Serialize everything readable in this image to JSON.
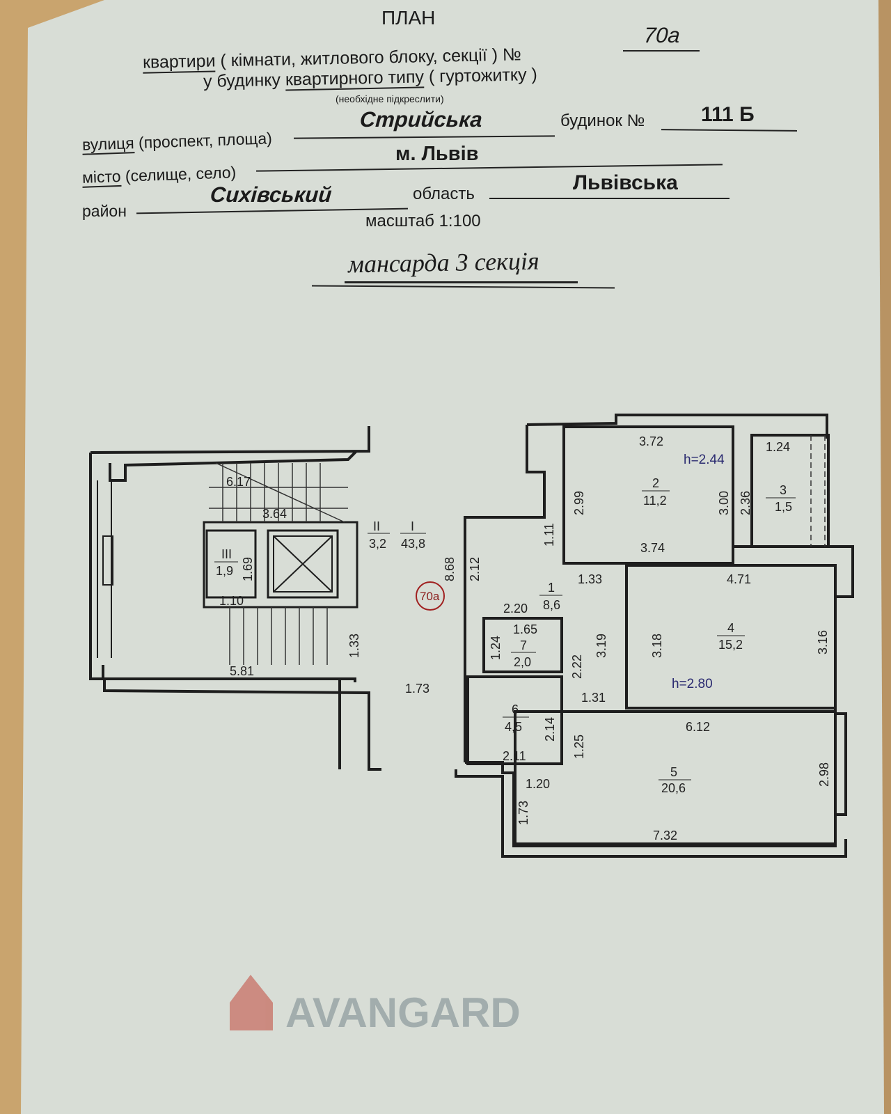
{
  "header": {
    "title": "ПЛАН",
    "line1_prefix": "квартири",
    "line1_rest": "( кімнати, житлового блоку, секції ) №",
    "apartment_no": "70а",
    "line2_prefix": "у будинку",
    "line2_underlined": "квартирного типу",
    "line2_rest": "( гуртожитку )",
    "note": "(необхідне підкреслити)",
    "street_label_u": "вулиця",
    "street_label_rest": "(проспект, площа)",
    "street": "Стрийська",
    "house_label": "будинок №",
    "house_no": "111 Б",
    "city_label_u": "місто",
    "city_label_rest": "(селище, село)",
    "city": "м. Львів",
    "district_label": "район",
    "district": "Сихівський",
    "region_label": "область",
    "region": "Львівська",
    "scale": "масштаб 1:100",
    "floor": "мансарда 3 секція"
  },
  "watermark": "AVANGARD",
  "watermark_color": "#c0392b",
  "apartment_marker": "70а",
  "stair_block": {
    "dims": [
      "6.17",
      "3.64",
      "1.69",
      "1.10",
      "1.33",
      "5.81",
      "1.73"
    ],
    "rooms": [
      {
        "num": "III",
        "area": "1,9"
      },
      {
        "num": "II",
        "area": "3,2"
      },
      {
        "num": "I",
        "area": "43,8"
      }
    ]
  },
  "apartment": {
    "rooms": [
      {
        "num": "1",
        "area": "8,6"
      },
      {
        "num": "2",
        "area": "11,2"
      },
      {
        "num": "3",
        "area": "1,5"
      },
      {
        "num": "4",
        "area": "15,2"
      },
      {
        "num": "5",
        "area": "20,6"
      },
      {
        "num": "6",
        "area": "4,5"
      },
      {
        "num": "7",
        "area": "2,0"
      }
    ],
    "heights": [
      "h=2.44",
      "h=2.80"
    ],
    "dims": [
      "3.72",
      "1.24",
      "2.99",
      "3.00",
      "2.36",
      "3.74",
      "1.11",
      "8.68",
      "2.12",
      "1.33",
      "4.71",
      "2.20",
      "1.65",
      "1.24",
      "3.19",
      "2.22",
      "3.18",
      "3.16",
      "1.31",
      "2.14",
      "6.12",
      "1.25",
      "2.11",
      "1.20",
      "2.98",
      "1.73",
      "7.32"
    ]
  }
}
